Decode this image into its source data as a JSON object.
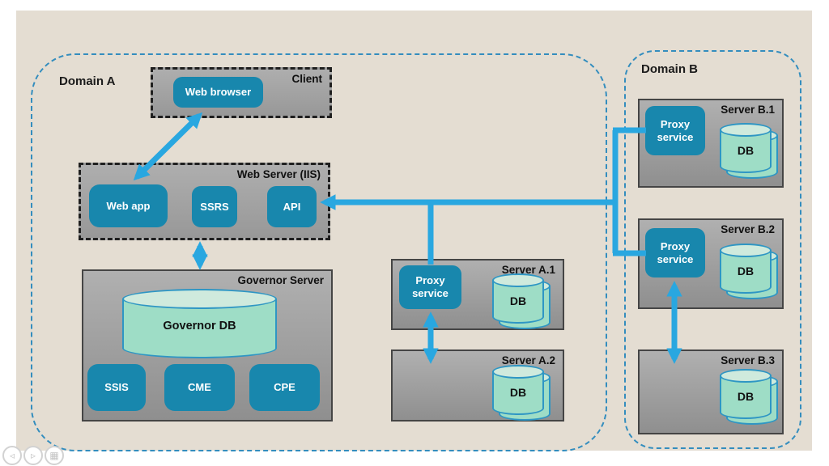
{
  "viewer": {
    "nav_prev_glyph": "◃",
    "nav_next_glyph": "▹",
    "nav_mode_glyph": "▦"
  },
  "diagram": {
    "domain_a": {
      "label": "Domain A",
      "client_group": {
        "title": "Client",
        "web_browser": "Web browser"
      },
      "web_server_group": {
        "title": "Web Server (IIS)",
        "web_app": "Web app",
        "ssrs": "SSRS",
        "api": "API"
      },
      "governor_group": {
        "title": "Governor Server",
        "db": "Governor DB",
        "ssis": "SSIS",
        "cme": "CME",
        "cpe": "CPE"
      },
      "server_a1": {
        "title": "Server A.1",
        "proxy": "Proxy service",
        "db": "DB"
      },
      "server_a2": {
        "title": "Server A.2",
        "db": "DB"
      }
    },
    "domain_b": {
      "label": "Domain B",
      "server_b1": {
        "title": "Server B.1",
        "proxy": "Proxy service",
        "db": "DB"
      },
      "server_b2": {
        "title": "Server B.2",
        "proxy": "Proxy service",
        "db": "DB"
      },
      "server_b3": {
        "title": "Server B.3",
        "db": "DB"
      }
    }
  },
  "colors": {
    "slide_background": "#e4ddd2",
    "node_teal": "#1887ad",
    "arrow_blue": "#29a7e0",
    "domain_border_blue": "#338dbe",
    "box_gray_top": "#b0b0b0",
    "box_gray_bottom": "#8f8f8f",
    "cylinder_fill": "#9eddc6",
    "cylinder_top": "#cfeadd",
    "cylinder_border": "#2e96c4"
  }
}
